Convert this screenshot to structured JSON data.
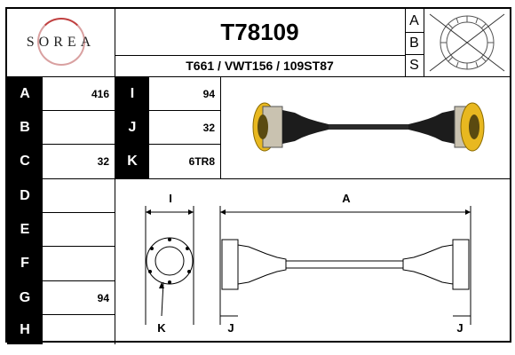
{
  "brand": {
    "logo_text": "SOREA"
  },
  "header": {
    "title": "T78109",
    "subtitle": "T661 / VWT156 / 109ST87",
    "side_letters": [
      "A",
      "B",
      "S"
    ]
  },
  "table": {
    "rows": [
      {
        "label": "A",
        "value": "416",
        "label2": "I",
        "value2": "94"
      },
      {
        "label": "B",
        "value": "",
        "label2": "J",
        "value2": "32"
      },
      {
        "label": "C",
        "value": "32",
        "label2": "K",
        "value2": "6TR8"
      },
      {
        "label": "D",
        "value": ""
      },
      {
        "label": "E",
        "value": ""
      },
      {
        "label": "F",
        "value": ""
      },
      {
        "label": "G",
        "value": "94"
      },
      {
        "label": "H",
        "value": ""
      }
    ]
  },
  "diagram": {
    "labels": {
      "i": "I",
      "a": "A",
      "k": "K",
      "j_left": "J",
      "j_right": "J"
    }
  },
  "colors": {
    "joint": "#e8b820",
    "shaft": "#2a2a2a",
    "logo_accent": "#c04040"
  },
  "icons": {
    "abs_sensor": "abs-ring-icon",
    "product_photo": "drive-shaft-icon"
  }
}
